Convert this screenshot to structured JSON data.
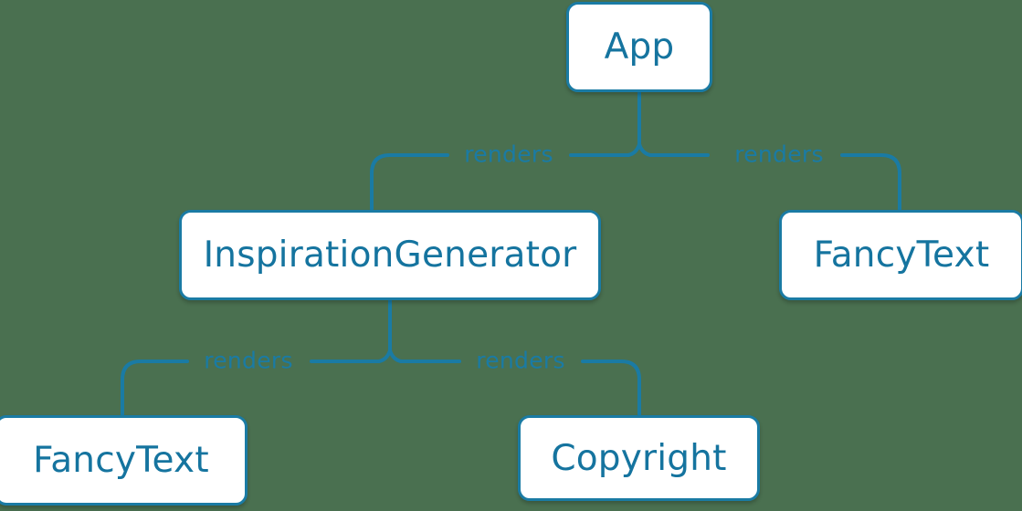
{
  "diagram": {
    "type": "component-tree",
    "background_color": "#4a7050",
    "node_border_color": "#1a7ba4",
    "node_fill_color": "#ffffff",
    "text_color": "#15749f",
    "edge_color": "#1a7ba4",
    "nodes": [
      {
        "id": "app",
        "label": "App"
      },
      {
        "id": "inspgen",
        "label": "InspirationGenerator"
      },
      {
        "id": "fancy-right",
        "label": "FancyText"
      },
      {
        "id": "fancy-left",
        "label": "FancyText"
      },
      {
        "id": "copyright",
        "label": "Copyright"
      }
    ],
    "edges": [
      {
        "id": "app-inspgen",
        "from": "app",
        "to": "inspgen",
        "label": "renders"
      },
      {
        "id": "app-fancy",
        "from": "app",
        "to": "fancy-right",
        "label": "renders"
      },
      {
        "id": "ig-fancy",
        "from": "inspgen",
        "to": "fancy-left",
        "label": "renders"
      },
      {
        "id": "ig-copyright",
        "from": "inspgen",
        "to": "copyright",
        "label": "renders"
      }
    ]
  }
}
